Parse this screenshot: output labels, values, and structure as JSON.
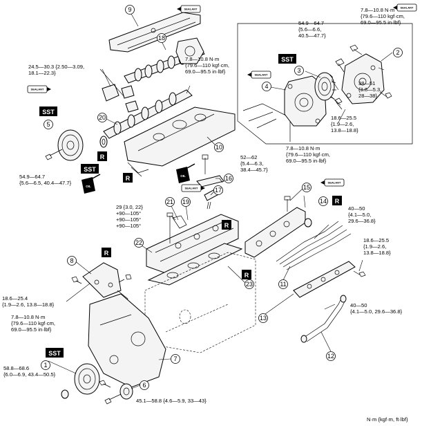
{
  "callouts": {
    "c1": "1",
    "c2": "2",
    "c3": "3",
    "c4": "4",
    "c5": "5",
    "c6": "6",
    "c7": "7",
    "c8": "8",
    "c9": "9",
    "c10": "10",
    "c11": "11",
    "c12": "12",
    "c13": "13",
    "c14": "14",
    "c15": "15",
    "c16": "16",
    "c17": "17",
    "c18": "18",
    "c19": "19",
    "c20": "20",
    "c21": "21",
    "c22": "22",
    "c23": "23"
  },
  "tags": {
    "sst": "SST",
    "r": "R",
    "oil": "OIL",
    "sealant": "SEALANT"
  },
  "torque": {
    "t_inset_pump_bolt": [
      "54.9—64.7",
      "{5.6—6.6,",
      "40.5—47.7}"
    ],
    "t_inset_nm": [
      "7.8—10.8 N·m",
      "{79.6—110 kgf·cm,",
      "69.0—95.5 in·lbf}"
    ],
    "t_inset_38": [
      "38—51",
      "{3.8—5.3,",
      "28—38}"
    ],
    "t_inset_18": [
      "18.6—25.5",
      "{1.9—2.6,",
      "13.8—18.8}"
    ],
    "t_camcap": [
      "24.5—30.3 {2.50—3.09,",
      "18.1—22.3}"
    ],
    "t_headcover": [
      "7.8—10.8 N·m",
      "{79.6—110 kgf·cm,",
      "69.0—95.5 in·lbf}"
    ],
    "t_camgear": [
      "54.9—64.7",
      "{5.6—6.5, 40.4—47.7}"
    ],
    "t_injector_clamp": [
      "52—62",
      "{5.4—6.3,",
      "38.4—45.7}"
    ],
    "t_rail_nm": [
      "7.8—10.8 N·m",
      "{79.6—110 kgf·cm,",
      "69.0—95.5 in·lbf}"
    ],
    "t_rail_40": [
      "40—50",
      "{4.1—5.0,",
      "29.6—36.8}"
    ],
    "t_head_bolt": [
      "29 {3.0, 22}",
      "+90—105°",
      "+90—105°",
      "+90—105°"
    ],
    "t_rail_18": [
      "18.6—25.5",
      "{1.9—2.6,",
      "13.8—18.8}"
    ],
    "t_pipe_40": [
      "40—50",
      "{4.1—5.0, 29.6—36.8}"
    ],
    "t_bracket": [
      "18.6—25.4",
      "{1.9—2.6, 13.8—18.8}"
    ],
    "t_cover_nm": [
      "7.8—10.8 N·m",
      "{79.6—110 kgf·cm,",
      "69.0—95.5 in·lbf}"
    ],
    "t_crank": [
      "58.8—68.6",
      "{6.0—6.9, 43.4—50.5}"
    ],
    "t_idler": [
      "45.1—58.8 {4.6—5.9, 33—43}"
    ]
  },
  "units_note": "N·m {kgf·m, ft·lbf}"
}
